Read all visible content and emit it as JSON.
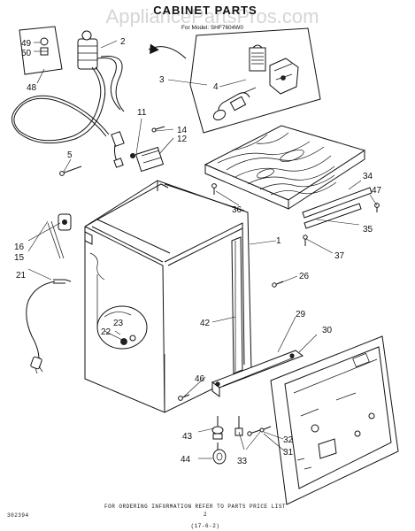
{
  "watermark": "AppliancePartsPros.com",
  "title": "CABINET PARTS",
  "subtitle": "For Model: SHF7604W0",
  "footer": {
    "left_code": "302394",
    "note": "FOR ORDERING INFORMATION REFER TO PARTS PRICE LIST",
    "page": "2",
    "bottom_code": "(17-6-2)"
  },
  "callouts": {
    "c1": "1",
    "c2": "2",
    "c3": "3",
    "c4": "4",
    "c5": "5",
    "c11": "11",
    "c12": "12",
    "c14": "14",
    "c15": "15",
    "c16": "16",
    "c21": "21",
    "c22": "22",
    "c23": "23",
    "c26": "26",
    "c29": "29",
    "c30": "30",
    "c31": "31",
    "c32": "32",
    "c33": "33",
    "c34": "34",
    "c35": "35",
    "c36": "36",
    "c37": "37",
    "c42": "42",
    "c43": "43",
    "c44": "44",
    "c46": "46",
    "c47": "47",
    "c48": "48",
    "c49": "49",
    "c50": "50"
  }
}
